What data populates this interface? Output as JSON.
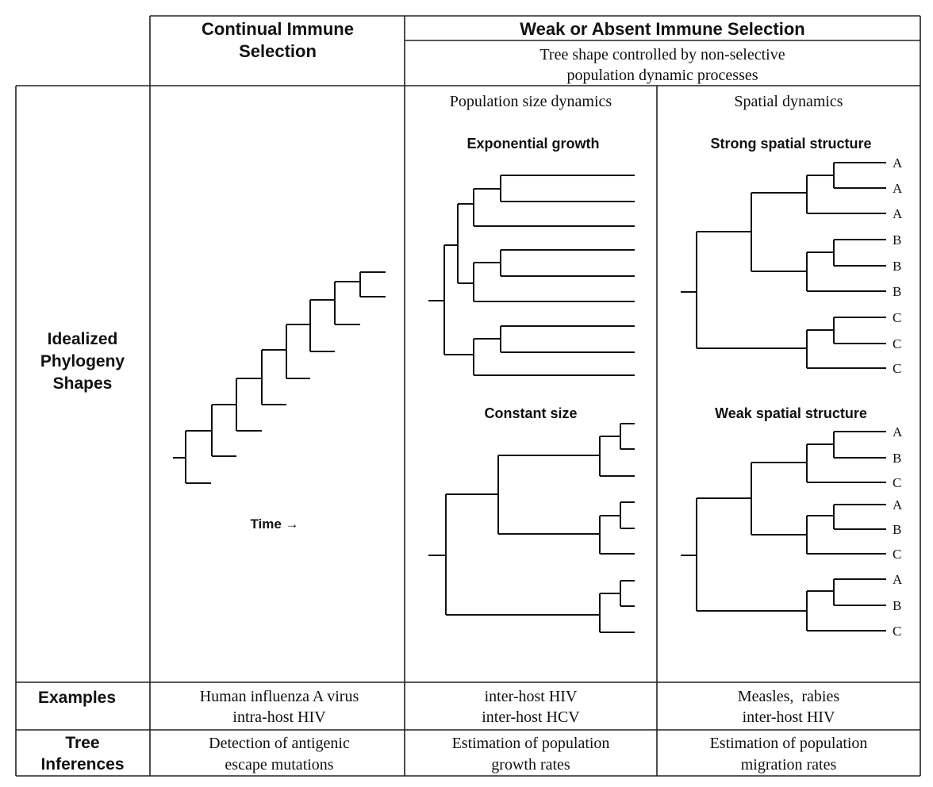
{
  "headers": {
    "col_continual": [
      "Continual Immune",
      "Selection"
    ],
    "col_weak": "Weak or Absent Immune Selection",
    "col_weak_sub": [
      "Tree shape controlled by non-selective",
      "population dynamic processes"
    ]
  },
  "rows": {
    "idealized": [
      "Idealized",
      "Phylogeny",
      "Shapes"
    ],
    "examples": "Examples",
    "inferences": [
      "Tree",
      "Inferences"
    ]
  },
  "subheaders": {
    "population": "Population size dynamics",
    "spatial": "Spatial dynamics"
  },
  "panels": {
    "exponential": "Exponential growth",
    "constant": "Constant size",
    "strong": "Strong spatial structure",
    "weak": "Weak spatial structure",
    "time_label": "Time →"
  },
  "leaf_labels": {
    "strong": [
      "A",
      "A",
      "A",
      "B",
      "B",
      "B",
      "C",
      "C",
      "C"
    ],
    "weak": [
      "A",
      "B",
      "C",
      "A",
      "B",
      "C",
      "A",
      "B",
      "C"
    ]
  },
  "examples": {
    "continual": [
      "Human influenza A virus",
      "intra-host HIV"
    ],
    "population": [
      "inter-host HIV",
      "inter-host HCV"
    ],
    "spatial": [
      "Measles,  rabies",
      "inter-host HIV"
    ]
  },
  "inferences": {
    "continual": [
      "Detection of antigenic",
      "escape mutations"
    ],
    "population": [
      "Estimation of population",
      "growth rates"
    ],
    "spatial": [
      "Estimation of population",
      "migration rates"
    ]
  }
}
